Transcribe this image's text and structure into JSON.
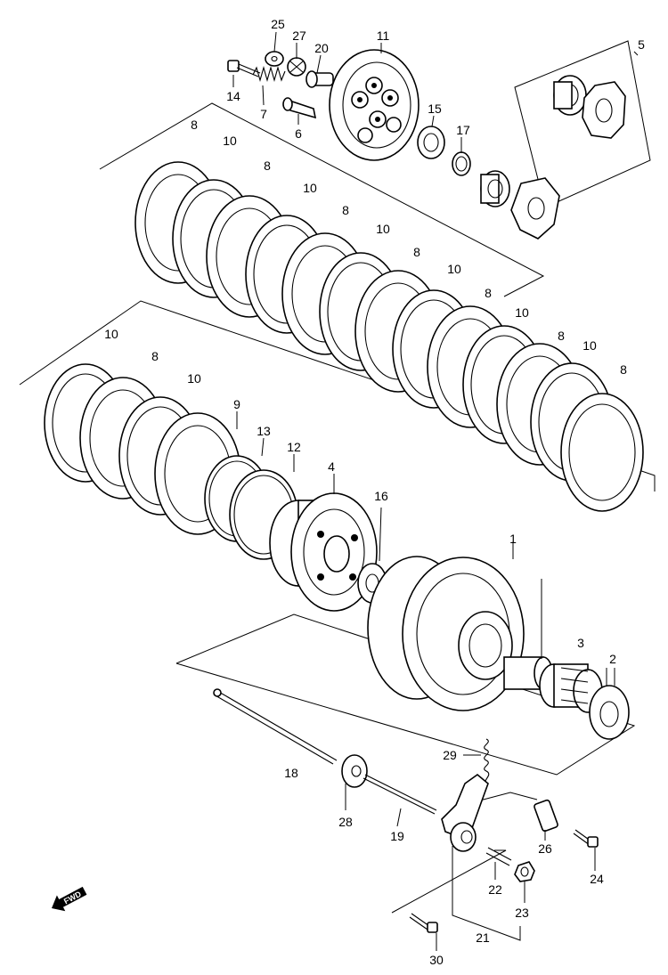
{
  "labels": {
    "p1": "1",
    "p2": "2",
    "p3": "3",
    "p4": "4",
    "p5": "5",
    "p6": "6",
    "p7": "7",
    "p9": "9",
    "p11": "11",
    "p12": "12",
    "p13": "13",
    "p14": "14",
    "p15": "15",
    "p16": "16",
    "p17": "17",
    "p18": "18",
    "p19": "19",
    "p20": "20",
    "p21": "21",
    "p22": "22",
    "p23": "23",
    "p24": "24",
    "p25": "25",
    "p26": "26",
    "p27": "27",
    "p28": "28",
    "p29": "29",
    "p30": "30",
    "plate_drive": "8",
    "plate_driven": "10"
  },
  "forward_badge": "FWD",
  "colors": {
    "line": "#000000",
    "background": "#ffffff"
  }
}
